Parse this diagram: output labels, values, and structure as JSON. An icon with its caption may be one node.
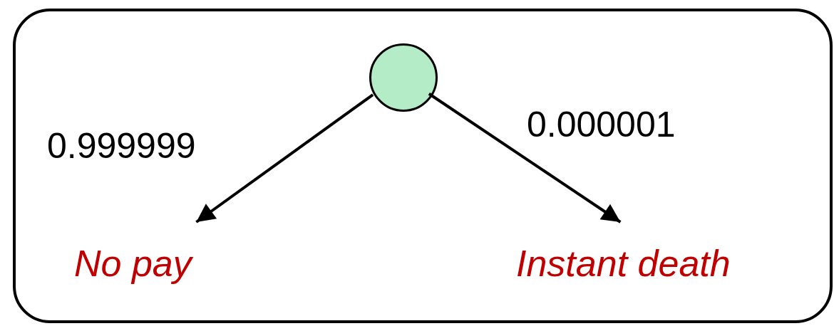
{
  "diagram": {
    "nodes": [
      {
        "text": [],
        "shape": "box"
      },
      {
        "text": [],
        "shape": "circle",
        "in": 0
      },
      {
        "text": [
          "No pay"
        ],
        "in": 0
      },
      {
        "text": [
          "Instant death"
        ],
        "in": 0
      }
    ],
    "edges": [
      {
        "from": 1,
        "to": 2,
        "arrow": "to",
        "label": "0.999999"
      },
      {
        "from": 1,
        "to": 3,
        "arrow": "to",
        "label": "0.000001"
      }
    ]
  }
}
